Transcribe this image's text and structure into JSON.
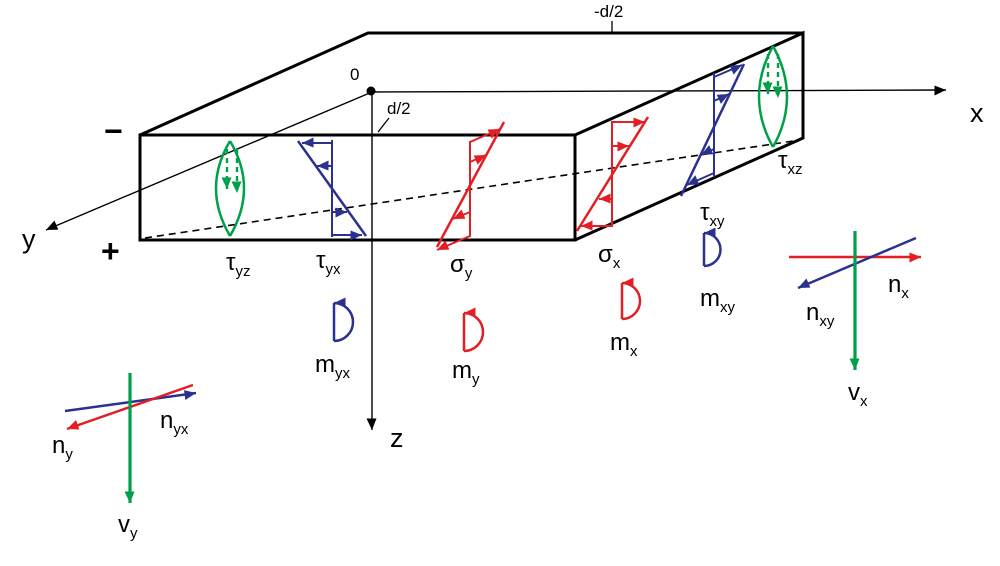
{
  "colors": {
    "red": "#e31e24",
    "blue": "#2b3190",
    "green": "#00a04a",
    "black": "#000000"
  },
  "axis_labels": {
    "x": "x",
    "y": "y",
    "z": "z"
  },
  "thickness_labels": {
    "top": "-d/2",
    "mid": "0",
    "bottom": "d/2"
  },
  "sign_labels": {
    "minus": "−",
    "plus": "+"
  },
  "labels": {
    "tau_yz": {
      "main": "τ",
      "sub": "yz"
    },
    "tau_yx": {
      "main": "τ",
      "sub": "yx"
    },
    "sigma_y": {
      "main": "σ",
      "sub": "y"
    },
    "sigma_x": {
      "main": "σ",
      "sub": "x"
    },
    "tau_xy": {
      "main": "τ",
      "sub": "xy"
    },
    "tau_xz": {
      "main": "τ",
      "sub": "xz"
    },
    "m_yx": {
      "main": "m",
      "sub": "yx"
    },
    "m_y": {
      "main": "m",
      "sub": "y"
    },
    "m_x": {
      "main": "m",
      "sub": "x"
    },
    "m_xy": {
      "main": "m",
      "sub": "xy"
    },
    "n_y": {
      "main": "n",
      "sub": "y"
    },
    "n_yx": {
      "main": "n",
      "sub": "yx"
    },
    "v_y": {
      "main": "v",
      "sub": "y"
    },
    "n_x": {
      "main": "n",
      "sub": "x"
    },
    "n_xy": {
      "main": "n",
      "sub": "xy"
    },
    "v_x": {
      "main": "v",
      "sub": "x"
    }
  }
}
